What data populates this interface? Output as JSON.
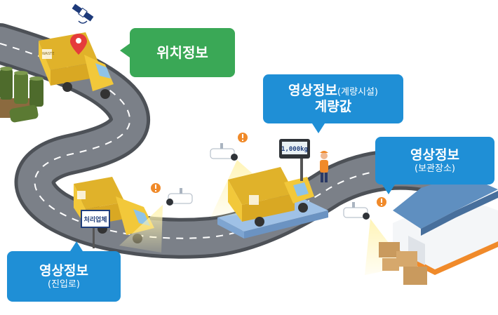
{
  "callouts": {
    "location": {
      "title": "위치정보"
    },
    "weighing": {
      "title": "영상정보",
      "subtitle": "(계량시설)",
      "line2": "계량값"
    },
    "storage": {
      "title": "영상정보",
      "subtitle": "(보관장소)"
    },
    "entrance": {
      "title": "영상정보",
      "subtitle": "(진입로)"
    }
  },
  "scale_display": {
    "value": "1,000kg"
  },
  "gate_sign": {
    "text": "처리업체"
  },
  "truck_label": "WASTE",
  "colors": {
    "location_bubble": "#3aa856",
    "video_bubble": "#1f8fd6",
    "truck": "#f2c83a",
    "road": "#6b6f76",
    "warehouse_roof": "#5f8fc0",
    "warehouse_stripe": "#f08a2a"
  },
  "icons": [
    "satellite-icon",
    "location-pin-icon",
    "cctv-camera-icon",
    "alert-marker-icon"
  ]
}
